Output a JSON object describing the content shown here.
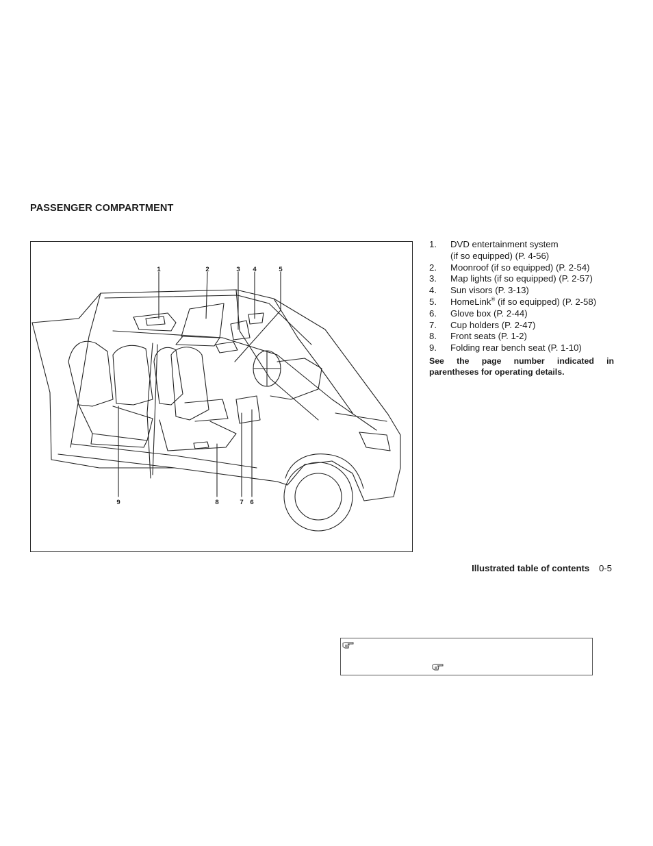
{
  "section": {
    "title": "PASSENGER COMPARTMENT"
  },
  "figure": {
    "callouts_top": [
      "1",
      "2",
      "3",
      "4",
      "5"
    ],
    "callouts_bottom": [
      "9",
      "8",
      "7",
      "6"
    ]
  },
  "items": [
    {
      "num": "1.",
      "line1": "DVD entertainment system",
      "line2": "(if so equipped) (P. 4-56)"
    },
    {
      "num": "2.",
      "line1": "Moonroof (if so equipped) (P. 2-54)"
    },
    {
      "num": "3.",
      "line1": "Map lights (if so equipped) (P. 2-57)"
    },
    {
      "num": "4.",
      "line1": "Sun visors (P. 3-13)"
    },
    {
      "num": "5.",
      "line1": "HomeLink",
      "sup": "®",
      "line1b": " (if so equipped) (P. 2-58)"
    },
    {
      "num": "6.",
      "line1": "Glove box (P. 2-44)"
    },
    {
      "num": "7.",
      "line1": "Cup holders (P. 2-47)"
    },
    {
      "num": "8.",
      "line1": "Front seats (P. 1-2)"
    },
    {
      "num": "9.",
      "line1": "Folding rear bench seat (P. 1-10)"
    }
  ],
  "note": "See the page number indicated in parentheses for operating details.",
  "footer": {
    "label": "Illustrated table of contents",
    "page": "0-5"
  },
  "icons": {
    "box_top_left": "pointing-hand-icon",
    "box_center": "pointing-hand-icon"
  }
}
